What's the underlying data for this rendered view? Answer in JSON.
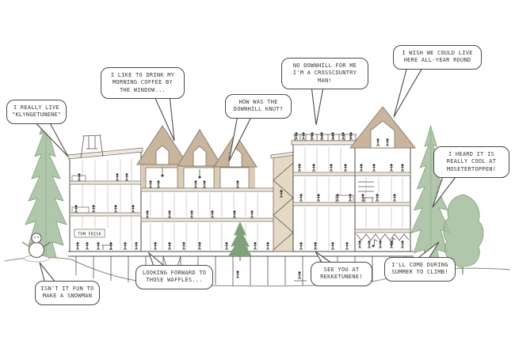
{
  "bubbles": [
    {
      "id": "klyngetunene",
      "text": "I REALLY LIVE\n\"KLYNGETUNENE\""
    },
    {
      "id": "coffee",
      "text": "I LIKE TO DRINK MY\nMORNING COFFEE BY\nTHE WINDOW..."
    },
    {
      "id": "downhill-knut",
      "text": "HOW WAS THE\nDOWNHILL KNUT?"
    },
    {
      "id": "crosscountry",
      "text": "NO DOWNHILL FOR ME\nI'M A CROSSCOUNTRY MAN!"
    },
    {
      "id": "all-year",
      "text": "I WISH WE COULD LIVE\nHERE ALL-YEAR ROUND"
    },
    {
      "id": "mosetertoppen",
      "text": "I HEARD IT IS\nREALLY COOL AT\nMOSETERTOPPEN!"
    },
    {
      "id": "snowman",
      "text": "ISN'T IT FUN TO\nMAKE A SNOWMAN"
    },
    {
      "id": "waffles",
      "text": "LOOKING FORWARD TO\nTHOSE WAFFLES..."
    },
    {
      "id": "rekketunene",
      "text": "SEE YOU AT\nREKKETUNENE!"
    },
    {
      "id": "climb",
      "text": "I'LL COME DURING\nSUMMER TO CLIMB!"
    }
  ],
  "sign": {
    "text": "TOM FRISK"
  },
  "colors": {
    "wood": "#c9b59d",
    "wood_light": "#dcccb6",
    "tree": "#a3bd9c",
    "tree_dark": "#7fa078",
    "line": "#4a4a42",
    "paper": "#ffffff"
  }
}
